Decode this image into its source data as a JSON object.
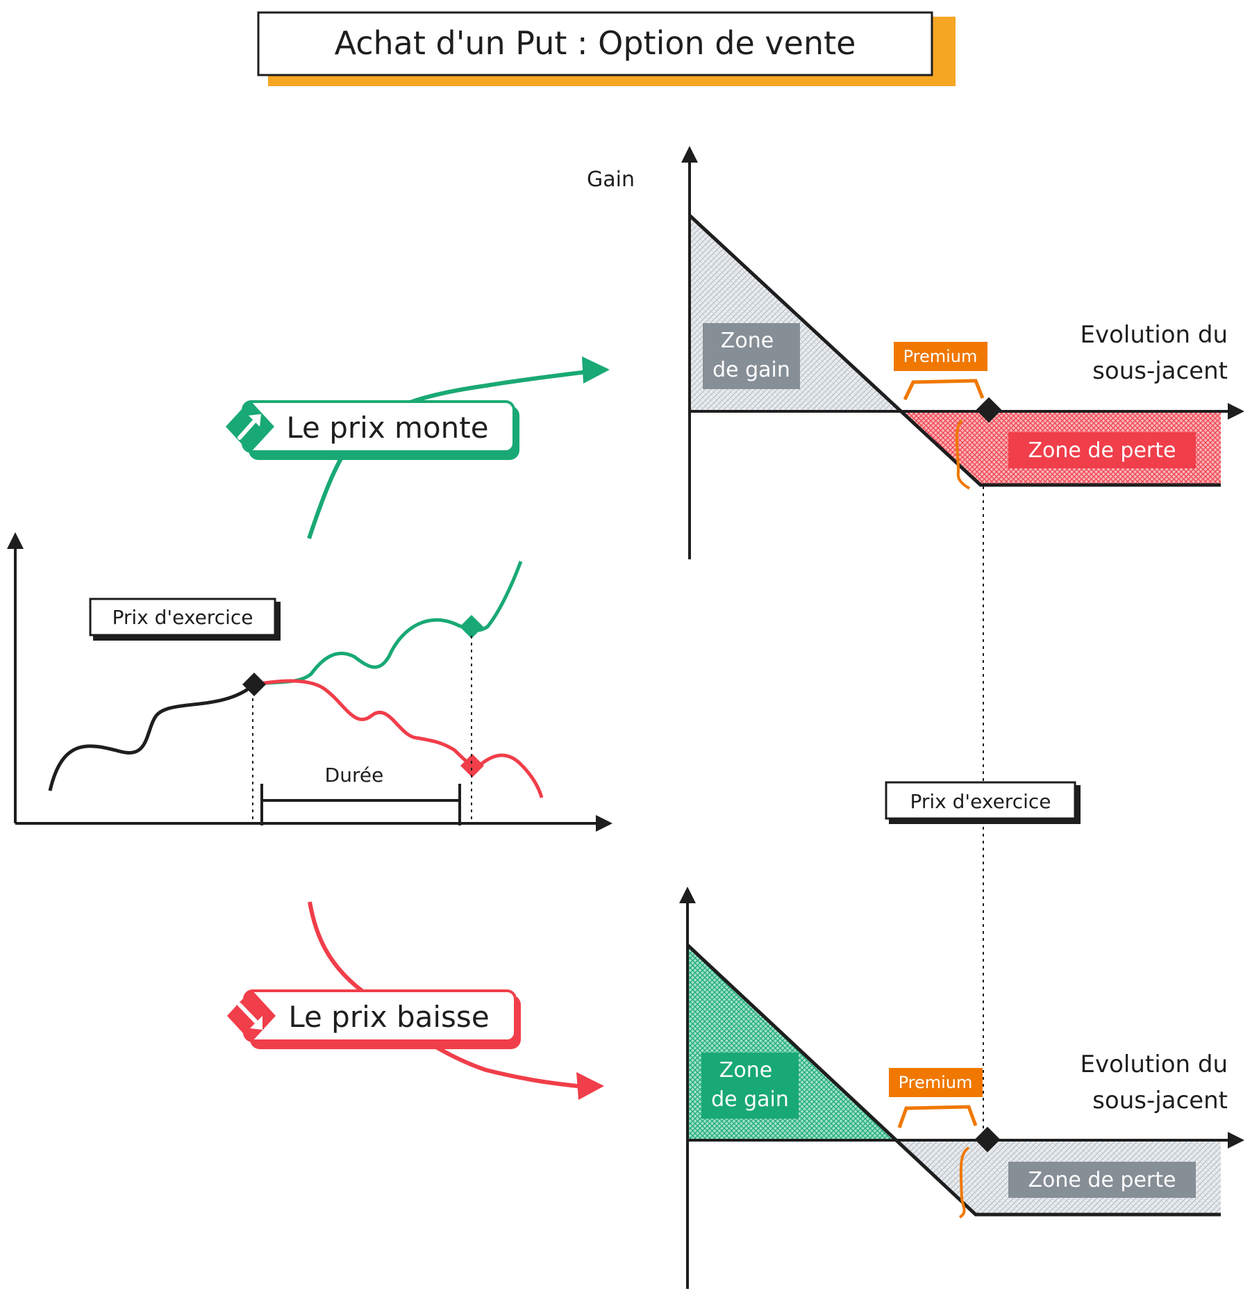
{
  "title": "Achat d'un Put : Option de vente",
  "colors": {
    "ink": "#1e1e1e",
    "accent": "#f5a623",
    "green": "#19a974",
    "red": "#f03e4a",
    "orange": "#f07800",
    "gray_box": "#868e96",
    "gray_fill": "#ced4da",
    "red_fill": "#f03e4a",
    "green_fill": "#19a974"
  },
  "top_chart": {
    "y_axis_label": "Gain",
    "x_axis_label_line1": "Evolution du",
    "x_axis_label_line2": "sous-jacent",
    "gain_zone_line1": "Zone",
    "gain_zone_line2": "de gain",
    "loss_zone": "Zone de perte",
    "premium_label": "Premium"
  },
  "bottom_chart": {
    "x_axis_label_line1": "Evolution du",
    "x_axis_label_line2": "sous-jacent",
    "gain_zone_line1": "Zone",
    "gain_zone_line2": "de gain",
    "loss_zone": "Zone de perte",
    "premium_label": "Premium"
  },
  "strike_label_right": "Prix d'exercice",
  "left_chart": {
    "strike_label": "Prix d'exercice",
    "duration_label": "Durée"
  },
  "scenario_up": {
    "label": "Le prix monte",
    "icon": "arrow-up-right-icon"
  },
  "scenario_down": {
    "label": "Le prix baisse",
    "icon": "arrow-down-right-icon"
  }
}
